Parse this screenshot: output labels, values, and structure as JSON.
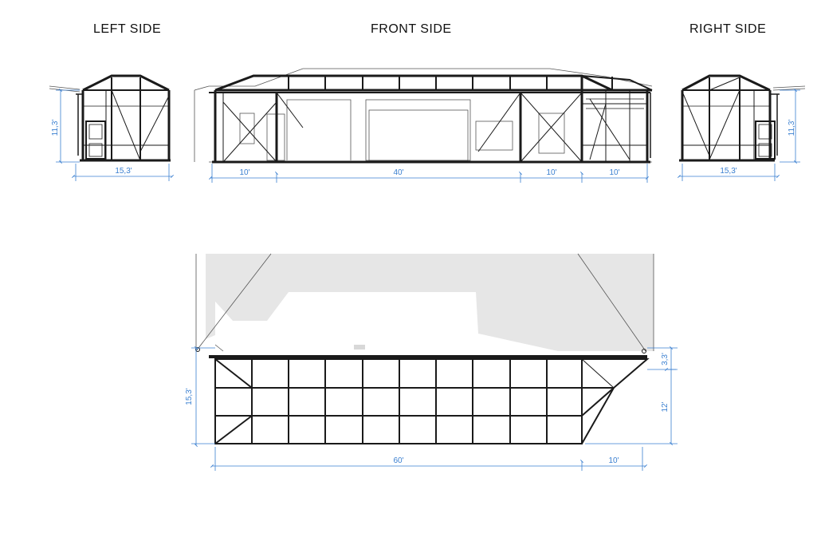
{
  "titles": {
    "left": "LEFT SIDE",
    "front": "FRONT SIDE",
    "right": "RIGHT SIDE"
  },
  "dimensions": {
    "left_height": "11,3'",
    "left_width": "15,3'",
    "right_height": "11,3'",
    "right_width": "15,3'",
    "front_seg1": "10'",
    "front_seg2": "40'",
    "front_seg3": "10'",
    "front_seg4": "10'",
    "plan_depth": "15,3'",
    "plan_offset": "3,3'",
    "plan_inner_depth": "12'",
    "plan_length": "60'",
    "plan_extension": "10'"
  },
  "colors": {
    "structure": "#1a1a1a",
    "dimension": "#3a7fd0",
    "thin_line": "#555555",
    "house_fill": "#e6e6e6"
  }
}
